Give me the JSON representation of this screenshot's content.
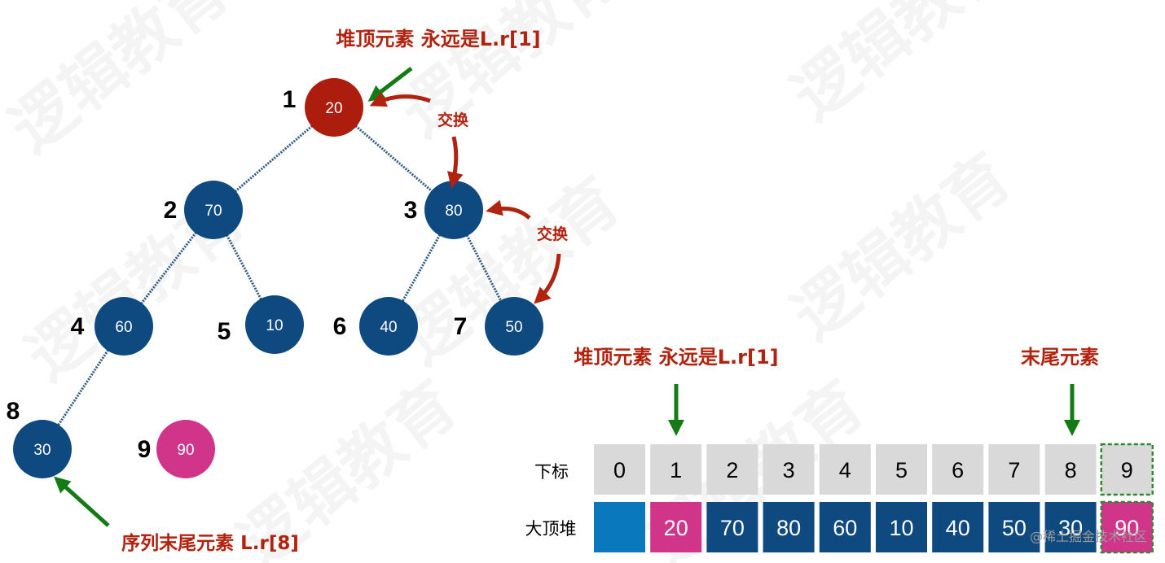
{
  "watermark_text": "逻辑教育",
  "footer_watermark": "@稀土掘金技术社区",
  "colors": {
    "node_blue": "#0e4a80",
    "node_red": "#ad1d0e",
    "node_pink": "#d1358a",
    "label_red": "#b2230f",
    "arrow_green": "#137a14",
    "arrow_red": "#b2230f",
    "edge": "#2e5a86",
    "cell_gray": "#d9d9d9",
    "cell_blue": "#0e4a80",
    "cell_lightblue": "#0a78bd",
    "cell_pink": "#d1358a",
    "dashed": "#2f8a2f"
  },
  "tree": {
    "top_label": "堆顶元素 永远是L.r[1]",
    "swap_label_1": "交换",
    "swap_label_2": "交换",
    "bottom_label": "序列末尾元素 L.r[8]",
    "nodes": [
      {
        "index": "1",
        "value": "20",
        "state": "root-red"
      },
      {
        "index": "2",
        "value": "70",
        "state": "normal"
      },
      {
        "index": "3",
        "value": "80",
        "state": "normal"
      },
      {
        "index": "4",
        "value": "60",
        "state": "normal"
      },
      {
        "index": "5",
        "value": "10",
        "state": "normal"
      },
      {
        "index": "6",
        "value": "40",
        "state": "normal"
      },
      {
        "index": "7",
        "value": "50",
        "state": "normal"
      },
      {
        "index": "8",
        "value": "30",
        "state": "normal"
      },
      {
        "index": "9",
        "value": "90",
        "state": "removed-pink"
      }
    ]
  },
  "array": {
    "top_label": "堆顶元素 永远是L.r[1]",
    "tail_label": "末尾元素",
    "index_row_label": "下标",
    "heap_row_label": "大顶堆",
    "indices": [
      "0",
      "1",
      "2",
      "3",
      "4",
      "5",
      "6",
      "7",
      "8",
      "9"
    ],
    "values": [
      "",
      "20",
      "70",
      "80",
      "60",
      "10",
      "40",
      "50",
      "30",
      "90"
    ],
    "value_states": [
      "empty",
      "pink",
      "blue",
      "blue",
      "blue",
      "blue",
      "blue",
      "blue",
      "blue",
      "pink-dashed"
    ]
  }
}
